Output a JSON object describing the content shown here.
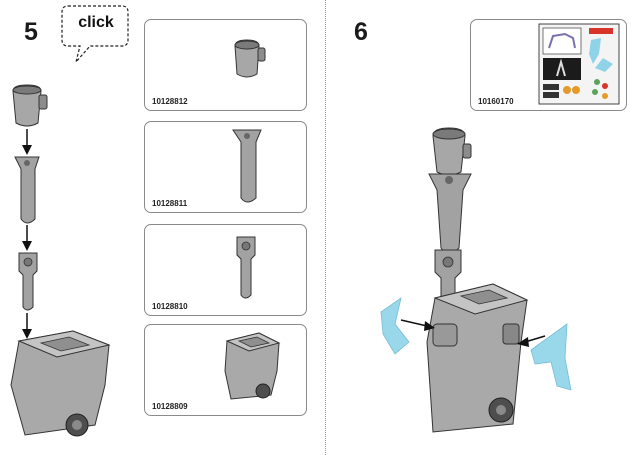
{
  "step5": {
    "number": "5",
    "callout": "click",
    "parts": [
      {
        "id": "10128812"
      },
      {
        "id": "10128811"
      },
      {
        "id": "10128810"
      },
      {
        "id": "10128809"
      }
    ]
  },
  "step6": {
    "number": "6",
    "sticker_sheet_id": "10160170"
  },
  "colors": {
    "part_gray": "#9e9e9e",
    "part_dark": "#6b6b6b",
    "accent_blue": "#8fd3e8",
    "sticker_red": "#d8352a"
  }
}
